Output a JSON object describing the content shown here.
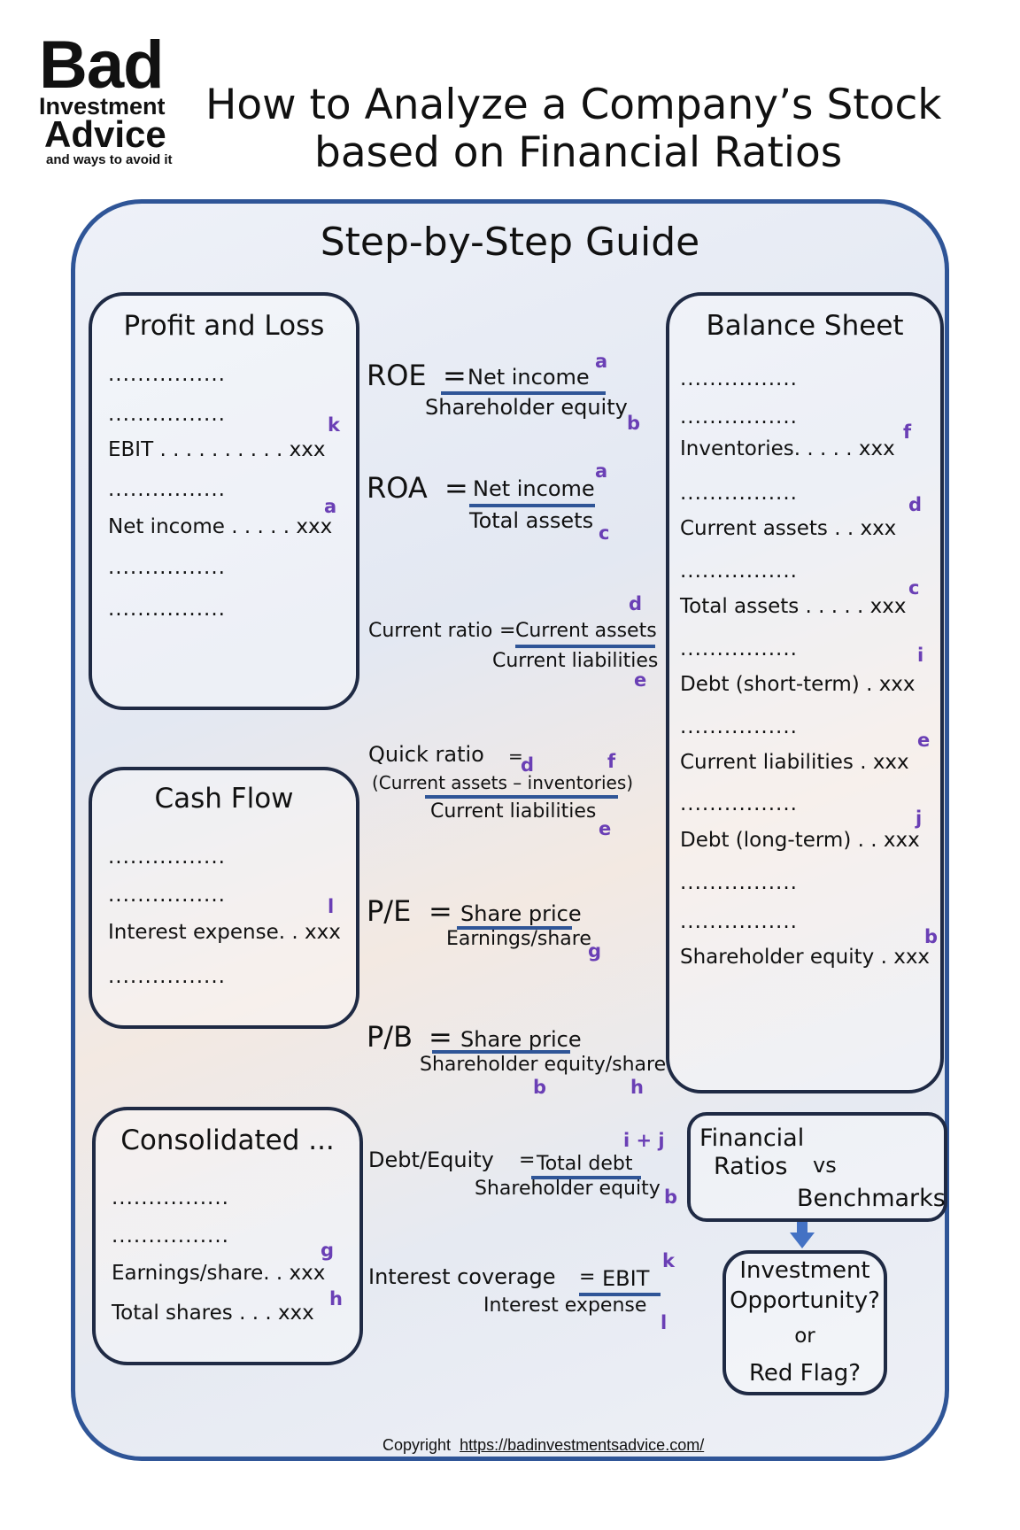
{
  "logo": {
    "line1": "Bad",
    "line2": "Investment",
    "line3": "Advice",
    "tagline": "and ways to avoid it"
  },
  "title": {
    "line1": "How to Analyze a Company’s Stock",
    "line2": "based on Financial Ratios"
  },
  "guide_title": "Step-by-Step Guide",
  "dots": "................",
  "pl": {
    "title": "Profit and Loss",
    "ebit": "EBIT . . . . . . . . . .  xxx",
    "ebit_tag": "k",
    "net": "Net income . . . . . xxx",
    "net_tag": "a"
  },
  "cf": {
    "title": "Cash Flow",
    "interest": "Interest expense. . xxx",
    "interest_tag": "l"
  },
  "cons": {
    "title": "Consolidated ...",
    "eps": "Earnings/share. . xxx",
    "eps_tag": "g",
    "shares": "Total shares . . . xxx",
    "shares_tag": "h"
  },
  "bs": {
    "title": "Balance Sheet",
    "inv": "Inventories. . . . . xxx",
    "inv_tag": "f",
    "ca": "Current assets .  . xxx",
    "ca_tag": "d",
    "ta": "Total assets . . . . . xxx",
    "ta_tag": "c",
    "ds": "Debt (short-term) . xxx",
    "ds_tag": "i",
    "cl": "Current liabilities . xxx",
    "cl_tag": "e",
    "dl": "Debt (long-term) . . xxx",
    "dl_tag": "j",
    "se": "Shareholder equity . xxx",
    "se_tag": "b"
  },
  "formulas": {
    "roe": {
      "name": "ROE",
      "eq": "=",
      "num": "Net income",
      "den": "Shareholder equity",
      "t1": "a",
      "t2": "b"
    },
    "roa": {
      "name": "ROA",
      "eq": "=",
      "num": "Net income",
      "den": "Total assets",
      "t1": "a",
      "t2": "c"
    },
    "cr": {
      "name": "Current ratio",
      "eq": "=",
      "num": "Current assets",
      "den": "Current liabilities",
      "t1": "d",
      "t2": "e"
    },
    "qr": {
      "name": "Quick ratio",
      "eq": "=",
      "num": "(Current assets – inventories)",
      "den": "Current liabilities",
      "t1": "d",
      "t2": "f",
      "t3": "e"
    },
    "pe": {
      "name": "P/E",
      "eq": "=",
      "num": "Share price",
      "den": "Earnings/share",
      "t1": "g"
    },
    "pb": {
      "name": "P/B",
      "eq": "=",
      "num": "Share price",
      "den": "Shareholder equity/share",
      "t1": "b",
      "t2": "h"
    },
    "de": {
      "name": "Debt/Equity",
      "eq": "=",
      "num": "Total debt",
      "den": "Shareholder equity",
      "t1": "i + j",
      "t2": "b"
    },
    "ic": {
      "name": "Interest coverage",
      "eq": "=",
      "num": "EBIT",
      "den": "Interest expense",
      "t1": "k",
      "t2": "l"
    }
  },
  "fin": {
    "line1": "Financial",
    "line2": "Ratios",
    "vs": "vs",
    "bench": "Benchmarks"
  },
  "inv": {
    "line1": "Investment",
    "line2": "Opportunity?",
    "line3": "or",
    "line4": "Red Flag?"
  },
  "copyright": {
    "label": "Copyright",
    "url": "https://badinvestmentsadvice.com/"
  }
}
